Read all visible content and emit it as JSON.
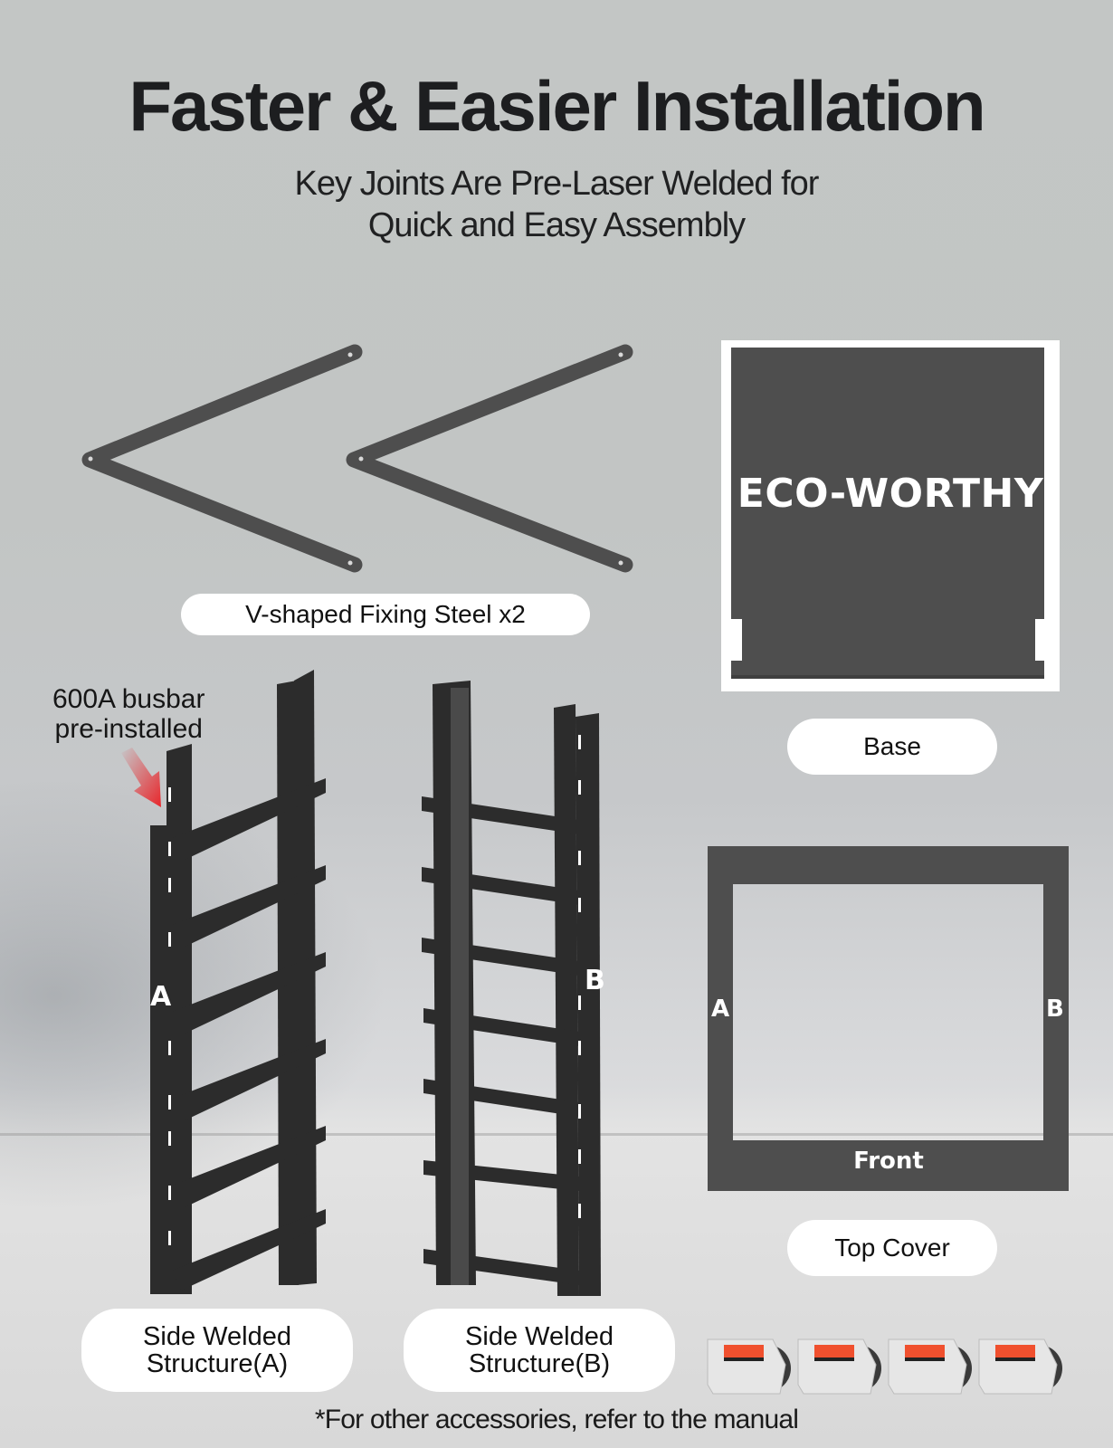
{
  "header": {
    "title": "Faster & Easier Installation",
    "subtitle_line1": "Key Joints Are Pre-Laser Welded for",
    "subtitle_line2": "Quick and Easy Assembly"
  },
  "parts": {
    "v_steel": {
      "label": "V-shaped Fixing Steel x2",
      "quantity": 2
    },
    "base": {
      "label": "Base",
      "brand_text": "ECO-WORTHY"
    },
    "top_cover": {
      "label": "Top Cover",
      "side_a": "A",
      "side_b": "B",
      "front_text": "Front"
    },
    "side_a": {
      "label_line1": "Side Welded",
      "label_line2": "Structure(A)",
      "marker": "A"
    },
    "side_b": {
      "label_line1": "Side Welded",
      "label_line2": "Structure(B)",
      "marker": "B"
    },
    "casters": {
      "count": 4
    }
  },
  "callout": {
    "line1": "600A busbar",
    "line2": "pre-installed",
    "arrow_color": "#e8262b"
  },
  "footnote": "*For other accessories, refer to the manual",
  "colors": {
    "steel": "#4e4e4e",
    "frame": "#2c2c2c",
    "pill_bg": "#ffffff",
    "text": "#1d1e20"
  }
}
